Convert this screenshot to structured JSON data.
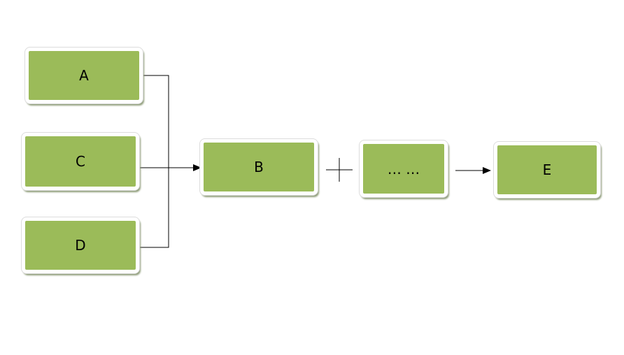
{
  "diagram": {
    "nodes": [
      {
        "id": "a",
        "label": "A"
      },
      {
        "id": "c",
        "label": "C"
      },
      {
        "id": "d",
        "label": "D"
      },
      {
        "id": "b",
        "label": "B"
      },
      {
        "id": "ellipsis",
        "label": "… …"
      },
      {
        "id": "e",
        "label": "E"
      }
    ],
    "edges": [
      {
        "from": "a",
        "to": "b",
        "type": "elbow-merge"
      },
      {
        "from": "c",
        "to": "b",
        "type": "arrow"
      },
      {
        "from": "d",
        "to": "b",
        "type": "elbow-merge"
      },
      {
        "from": "b",
        "to": "ellipsis",
        "type": "plus-operator"
      },
      {
        "from": "ellipsis",
        "to": "e",
        "type": "arrow"
      }
    ],
    "colors": {
      "node_fill": "#9bbb59",
      "node_border": "#ffffff",
      "connector": "#000000"
    }
  }
}
